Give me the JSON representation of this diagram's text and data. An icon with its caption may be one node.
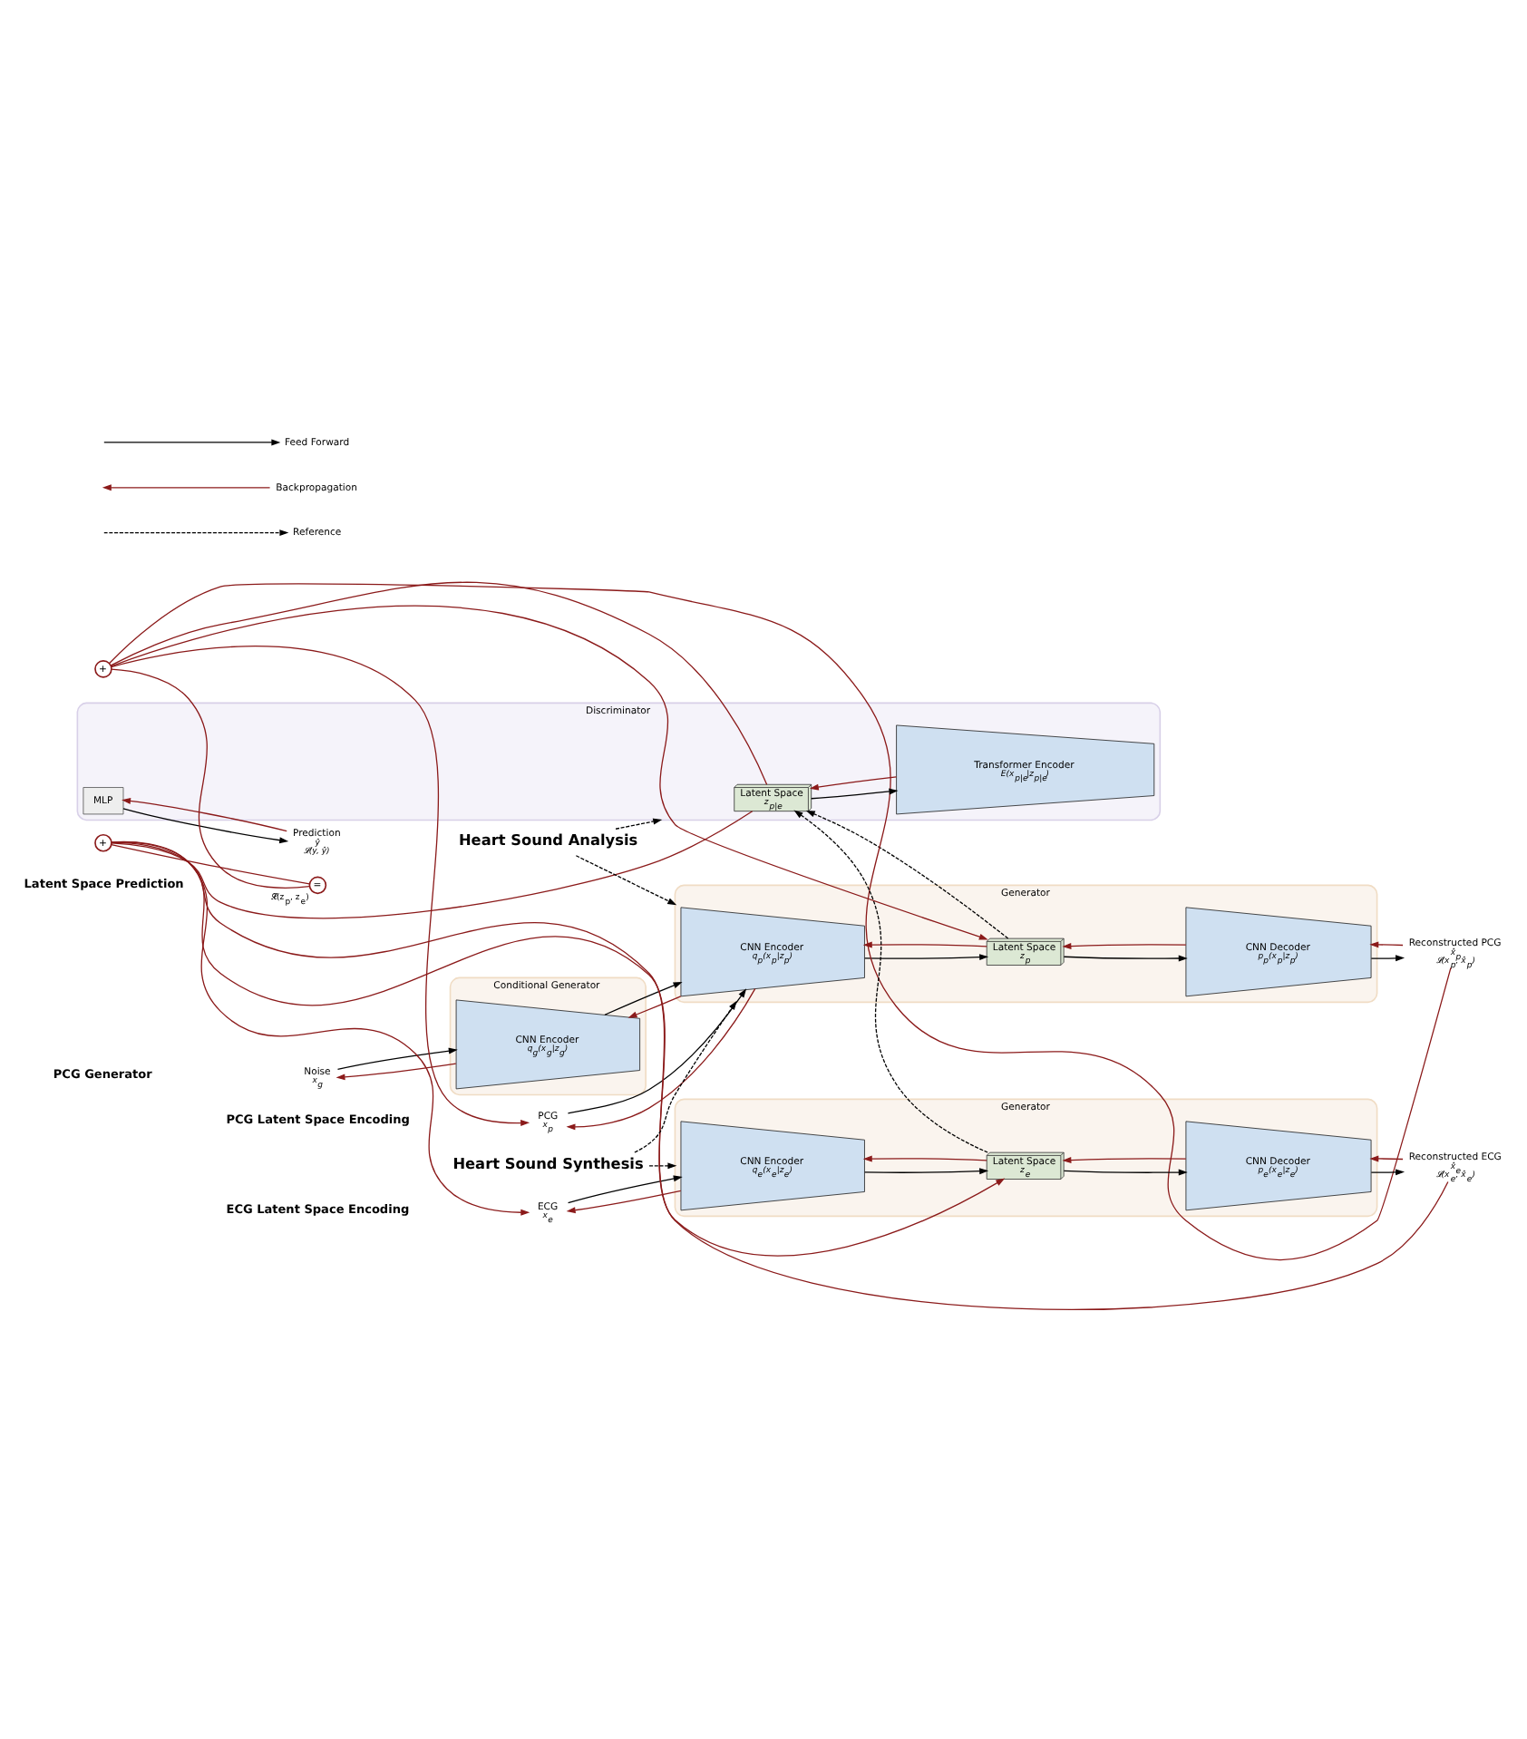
{
  "diagram": {
    "nodes": [
      {
        "text": [
          "Conditional Generator"
        ]
      },
      {
        "text": [
          "CNN Encoder",
          "q$_{g}$(x$_{g}$|z$_{g}$)"
        ],
        "in": 0
      },
      {
        "text": [
          "Noise",
          "x$_{g}$"
        ]
      },
      {
        "text": [
          "Generator"
        ]
      },
      {
        "text": [
          "CNN Encoder",
          "q$_{p}$(x$_{p}$|z$_{p}$)"
        ],
        "in": 3
      },
      {
        "text": [
          "Latent Space",
          "z$_{p}$"
        ],
        "in": 3
      },
      {
        "text": [
          "CNN Decoder",
          "p$_{p}$(x$_{p}$|z$_{p}$)"
        ],
        "in": 3
      },
      {
        "text": [
          "PCG",
          "x$_{p}$"
        ]
      },
      {
        "text": [
          "Reconstructed PCG",
          "x̂$_{p}$",
          "𝓛(x$_{p}$, x̂$_{p}$)"
        ]
      },
      {
        "text": [
          "Discriminator"
        ]
      },
      {
        "text": [
          "Latent Space",
          "z$_{p|e}$"
        ],
        "in": 9
      },
      {
        "text": [
          "Transformer Encoder",
          "E(x$_{p|e}$|z$_{p|e}$)"
        ],
        "in": 9
      },
      {
        "text": [
          "MLP"
        ],
        "in": 9
      },
      {
        "text": [
          "Prediction",
          "ŷ",
          "𝓛(y, ŷ)"
        ]
      },
      {
        "text": [
          "Generator"
        ]
      },
      {
        "text": [
          "CNN Encoder",
          "q$_{e}$(x$_{e}$|z$_{e}$)"
        ],
        "in": 14
      },
      {
        "text": [
          "Latent Space",
          "z$_{e}$"
        ],
        "in": 14
      },
      {
        "text": [
          "CNN Decoder",
          "p$_{e}$(x$_{e}$|z$_{e}$)"
        ],
        "in": 14
      },
      {
        "text": [
          "ECG",
          "x$_{e}$"
        ]
      },
      {
        "text": [
          "Reconstructed ECG",
          "x̂$_{e}$",
          "𝓛(x$_{e}$, x̂$_{e}$)"
        ]
      },
      {
        "text": [
          "+"
        ]
      },
      {
        "text": [
          "="
        ],
        "beside": [
          "𝓛(z$_{p}$, z$_{e}$)"
        ]
      },
      {
        "text": [
          "+"
        ]
      },
      {
        "text": [
          "Heart Sound Analysis"
        ]
      },
      {
        "text": [
          "Heart Sound Synthesis"
        ]
      }
    ],
    "edges": [
      {
        "from": 2,
        "to": 1,
        "arrow": "to",
        "color": "#000000"
      },
      {
        "from": 1,
        "to": 2,
        "arrow": "to"
      },
      {
        "from": 1,
        "to": 4,
        "arrow": "to",
        "color": "#000000"
      },
      {
        "from": 4,
        "to": 1,
        "arrow": "to"
      },
      {
        "from": 7,
        "to": 4,
        "arrow": "to",
        "color": "#000000"
      },
      {
        "from": 4,
        "to": 7,
        "arrow": "to"
      },
      {
        "from": 4,
        "to": 5,
        "arrow": "to",
        "color": "#000000"
      },
      {
        "from": 5,
        "to": 4,
        "arrow": "to"
      },
      {
        "from": 5,
        "to": 6,
        "arrow": "to",
        "color": "#000000"
      },
      {
        "from": 6,
        "to": 5,
        "arrow": "to"
      },
      {
        "from": 6,
        "to": 8,
        "arrow": "to",
        "color": "#000000"
      },
      {
        "from": 8,
        "to": 6,
        "arrow": "to"
      },
      {
        "from": 8,
        "to": 20,
        "arrow": "none"
      },
      {
        "from": 20,
        "to": 7,
        "arrow": "to"
      },
      {
        "from": 20,
        "to": 5,
        "arrow": "to"
      },
      {
        "from": 10,
        "to": 20,
        "arrow": "none"
      },
      {
        "from": 21,
        "to": 20,
        "arrow": "none"
      },
      {
        "from": 5,
        "to": 10,
        "arrow": "to",
        "style": "dashed",
        "color": "#000000"
      },
      {
        "from": 10,
        "to": 11,
        "arrow": "to",
        "color": "#000000"
      },
      {
        "from": 11,
        "to": 10,
        "arrow": "to"
      },
      {
        "from": 12,
        "to": 13,
        "arrow": "to",
        "color": "#000000"
      },
      {
        "from": 13,
        "to": 12,
        "arrow": "to"
      },
      {
        "from": 21,
        "to": 22,
        "arrow": "none"
      },
      {
        "from": 10,
        "to": 22,
        "arrow": "none"
      },
      {
        "from": 22,
        "to": 16,
        "arrow": "to"
      },
      {
        "from": 22,
        "to": 18,
        "arrow": "to"
      },
      {
        "from": 19,
        "to": 22,
        "arrow": "none"
      },
      {
        "from": 16,
        "to": 10,
        "arrow": "to",
        "style": "dashed",
        "color": "#000000"
      },
      {
        "from": 18,
        "to": 15,
        "arrow": "to",
        "color": "#000000"
      },
      {
        "from": 15,
        "to": 18,
        "arrow": "to"
      },
      {
        "from": 15,
        "to": 16,
        "arrow": "to",
        "color": "#000000"
      },
      {
        "from": 16,
        "to": 15,
        "arrow": "to"
      },
      {
        "from": 16,
        "to": 17,
        "arrow": "to",
        "color": "#000000"
      },
      {
        "from": 17,
        "to": 16,
        "arrow": "to"
      },
      {
        "from": 17,
        "to": 19,
        "arrow": "to",
        "color": "#000000"
      },
      {
        "from": 19,
        "to": 17,
        "arrow": "to"
      },
      {
        "from": 23,
        "to": 3,
        "arrow": "to",
        "style": "dashed",
        "color": "#000000"
      },
      {
        "from": 23,
        "to": 9,
        "arrow": "to",
        "style": "dashed",
        "color": "#000000"
      },
      {
        "from": 24,
        "to": 3,
        "arrow": "to",
        "style": "dashed",
        "color": "#000000"
      },
      {
        "from": 24,
        "to": 14,
        "arrow": "to",
        "style": "dashed",
        "color": "#000000"
      }
    ],
    "labels": [
      "PCG Generator",
      "PCG Latent Space Encoding",
      "Latent Space Prediction",
      "ECG Latent Space Encoding"
    ],
    "legend": [
      {
        "text": "Feed Forward"
      },
      {
        "text": "Backpropagation"
      },
      {
        "text": "Reference"
      }
    ]
  }
}
